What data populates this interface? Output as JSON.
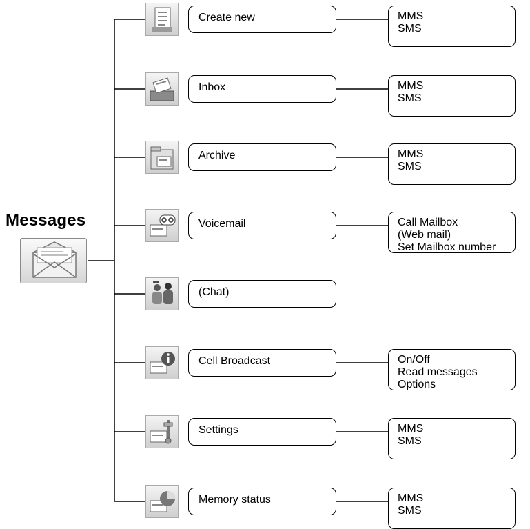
{
  "root": {
    "title": "Messages",
    "icon": "envelope-icon"
  },
  "items": [
    {
      "key": "create-new",
      "label": "Create new",
      "icon": "create-new-icon",
      "sub": [
        "MMS",
        "SMS"
      ]
    },
    {
      "key": "inbox",
      "label": "Inbox",
      "icon": "inbox-icon",
      "sub": [
        "MMS",
        "SMS"
      ]
    },
    {
      "key": "archive",
      "label": "Archive",
      "icon": "archive-icon",
      "sub": [
        "MMS",
        "SMS"
      ]
    },
    {
      "key": "voicemail",
      "label": "Voicemail",
      "icon": "voicemail-icon",
      "sub": [
        "Call Mailbox",
        "(Web mail)",
        "Set Mailbox number"
      ]
    },
    {
      "key": "chat",
      "label": "(Chat)",
      "icon": "chat-icon",
      "sub": []
    },
    {
      "key": "cell-broadcast",
      "label": "Cell Broadcast",
      "icon": "info-icon",
      "sub": [
        "On/Off",
        "Read messages",
        "Options"
      ]
    },
    {
      "key": "settings",
      "label": "Settings",
      "icon": "settings-icon",
      "sub": [
        "MMS",
        "SMS"
      ]
    },
    {
      "key": "memory-status",
      "label": "Memory status",
      "icon": "pie-chart-icon",
      "sub": [
        "MMS",
        "SMS"
      ]
    }
  ]
}
